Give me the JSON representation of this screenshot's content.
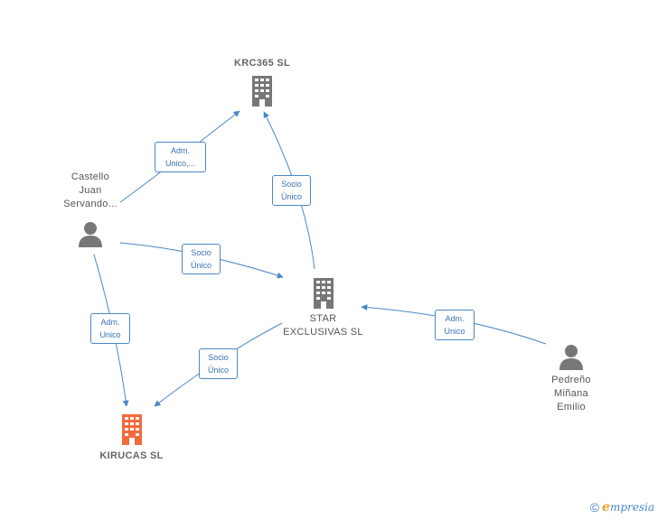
{
  "colors": {
    "edge": "#4a86c8",
    "company_gray": "#777777",
    "company_highlight": "#f26a3c",
    "person_gray": "#777777"
  },
  "nodes": {
    "krc365": {
      "label": "KRC365  SL",
      "icon": "building-icon"
    },
    "star": {
      "label": "STAR\nEXCLUSIVAS SL",
      "icon": "building-icon"
    },
    "kirucas": {
      "label": "KIRUCAS  SL",
      "icon": "building-icon"
    },
    "castello": {
      "label": "Castello\nJuan\nServando...",
      "icon": "person-icon"
    },
    "pedreno": {
      "label": "Pedreño\nMiñana\nEmilio",
      "icon": "person-icon"
    }
  },
  "edges": {
    "castello_krc": "Adm.\nUnico,...",
    "star_krc": "Socio\nÚnico",
    "castello_star": "Socio\nÚnico",
    "castello_kirucas": "Adm.\nUnico",
    "star_kirucas": "Socio\nÚnico",
    "pedreno_star": "Adm.\nUnico"
  },
  "brand": {
    "copyright": "©",
    "e": "e",
    "rest": "mpresia"
  }
}
